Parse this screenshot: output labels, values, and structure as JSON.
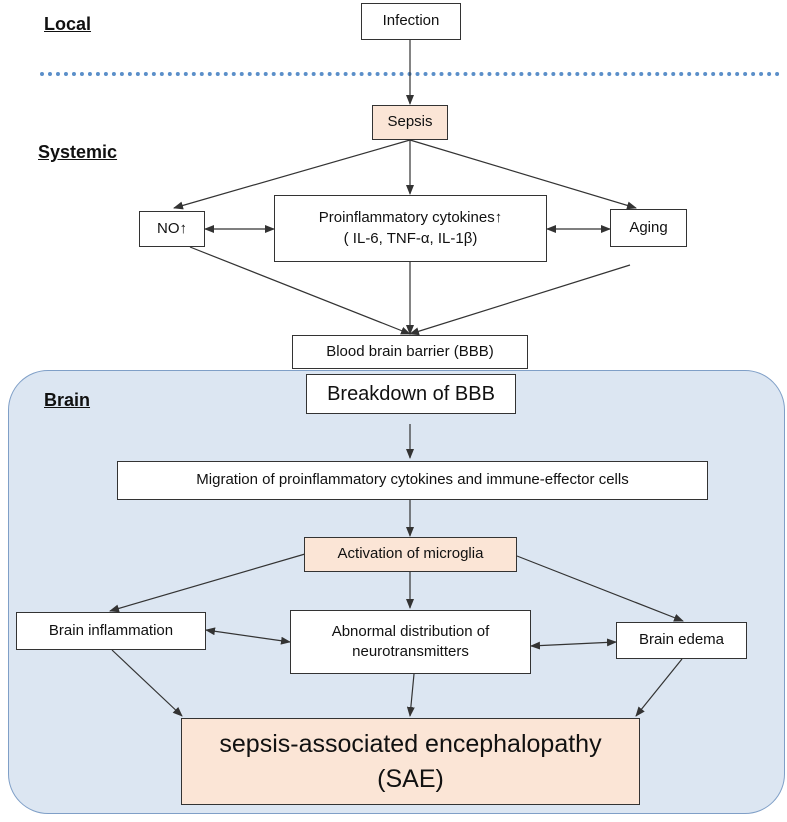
{
  "sections": {
    "local": "Local",
    "systemic": "Systemic",
    "brain": "Brain"
  },
  "nodes": {
    "infection": "Infection",
    "sepsis": "Sepsis",
    "no": "NO↑",
    "cytokines_line1": "Proinflammatory  cytokines↑",
    "cytokines_line2": "( IL-6, TNF-α, IL-1β)",
    "aging": "Aging",
    "bbb": "Blood brain barrier (BBB)",
    "breakdown": "Breakdown of BBB",
    "migration": "Migration of proinflammatory  cytokines and immune-effector  cells",
    "microglia": "Activation of microglia",
    "inflammation": "Brain inflammation",
    "neuro_line1": "Abnormal distribution of",
    "neuro_line2": "neurotransmitters",
    "edema": "Brain edema",
    "sae_line1": "sepsis-associated encephalopathy",
    "sae_line2": "(SAE)"
  },
  "colors": {
    "accent_fill": "#fbe5d6",
    "brain_region_fill": "#dce6f2",
    "divider": "#5b8fc9"
  }
}
